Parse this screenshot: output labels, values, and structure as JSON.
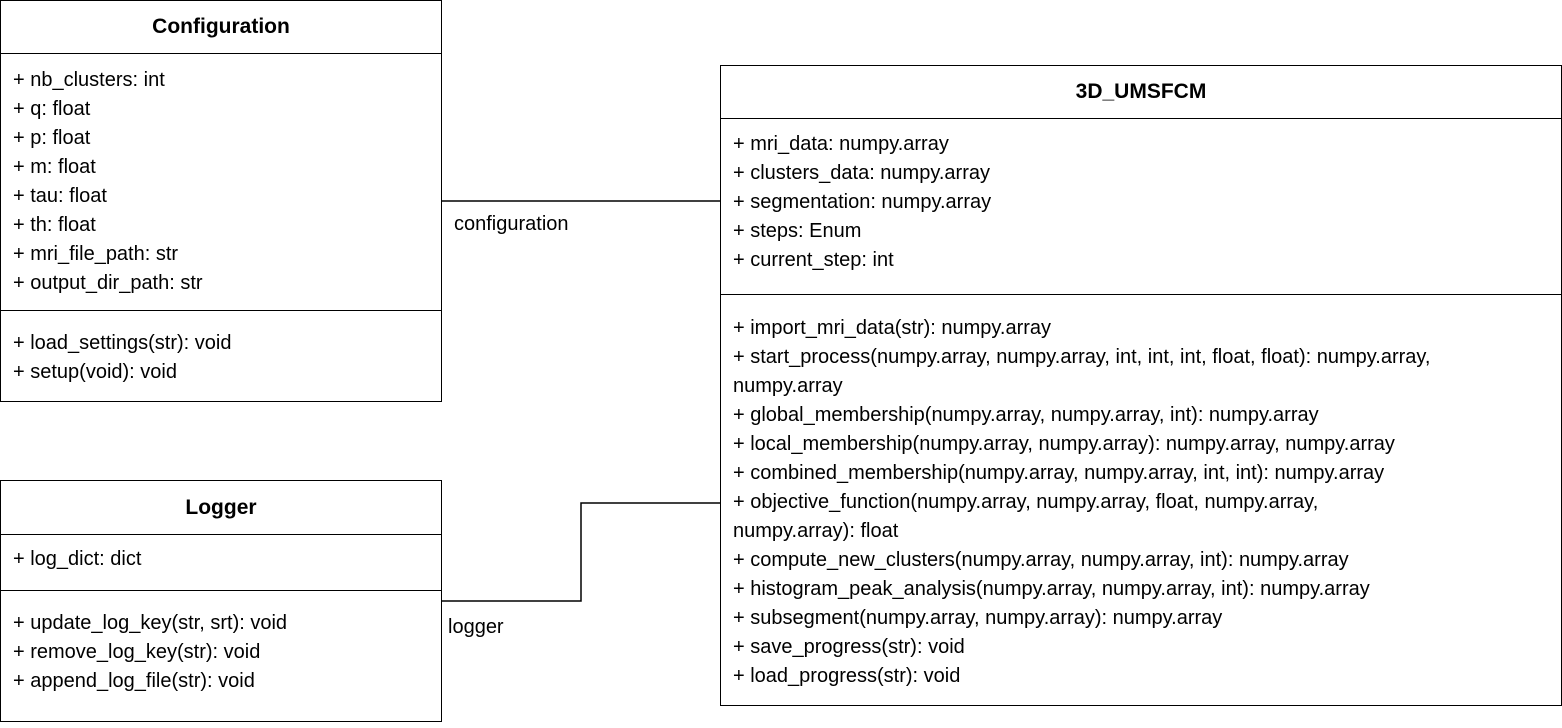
{
  "classes": {
    "configuration": {
      "name": "Configuration",
      "attributes": [
        "+ nb_clusters: int",
        "+ q: float",
        "+ p: float",
        "+ m: float",
        "+ tau: float",
        "+ th: float",
        "+ mri_file_path: str",
        "+ output_dir_path: str"
      ],
      "methods": [
        "+ load_settings(str): void",
        "+ setup(void): void"
      ]
    },
    "logger": {
      "name": "Logger",
      "attributes": [
        "+ log_dict: dict"
      ],
      "methods": [
        "+ update_log_key(str, srt): void",
        "+ remove_log_key(str): void",
        "+ append_log_file(str): void"
      ]
    },
    "umsfcm": {
      "name": "3D_UMSFCM",
      "attributes": [
        "+ mri_data: numpy.array",
        "+ clusters_data: numpy.array",
        "+ segmentation: numpy.array",
        "+ steps: Enum",
        "+ current_step: int"
      ],
      "methods": [
        "+ import_mri_data(str): numpy.array",
        "+ start_process(numpy.array, numpy.array, int, int, int, float, float): numpy.array, numpy.array",
        "+ global_membership(numpy.array, numpy.array, int): numpy.array",
        "+ local_membership(numpy.array, numpy.array): numpy.array, numpy.array",
        "+ combined_membership(numpy.array, numpy.array, int, int): numpy.array",
        "+ objective_function(numpy.array, numpy.array, float, numpy.array, numpy.array): float",
        "+ compute_new_clusters(numpy.array, numpy.array, int): numpy.array",
        "+ histogram_peak_analysis(numpy.array, numpy.array, int): numpy.array",
        "+ subsegment(numpy.array, numpy.array): numpy.array",
        "+ save_progress(str): void",
        "+ load_progress(str): void"
      ]
    }
  },
  "associations": {
    "configuration_label": "configuration",
    "logger_label": "logger"
  }
}
